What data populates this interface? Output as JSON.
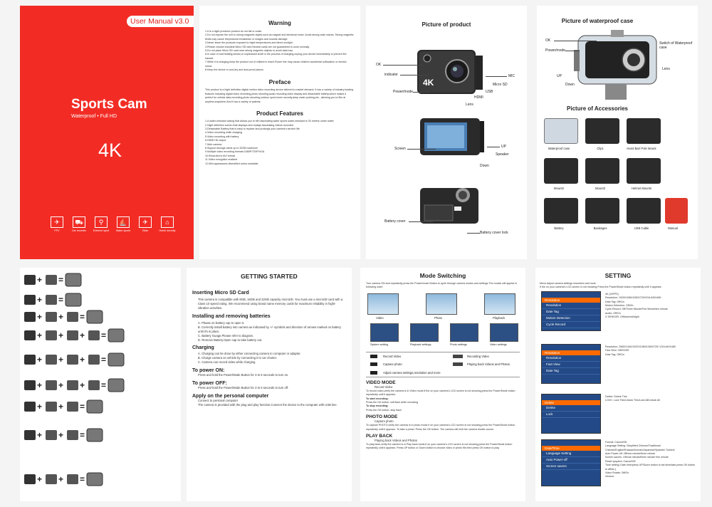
{
  "cover": {
    "manual": "User Manual v3.0",
    "title": "Sports Cam",
    "subtitle": "Waterproof • Full HD",
    "big": "4K",
    "icons": [
      {
        "icon": "drone-icon",
        "label": "FPV"
      },
      {
        "icon": "car-icon",
        "label": "Car recorder"
      },
      {
        "icon": "bike-icon",
        "label": "Extreme sport"
      },
      {
        "icon": "ship-icon",
        "label": "Water sports"
      },
      {
        "icon": "plane-icon",
        "label": "Glide"
      },
      {
        "icon": "home-icon",
        "label": "Home security"
      }
    ]
  },
  "warning": {
    "title": "Warning",
    "items": [
      "1.It is a hight precision product do not fall or crash.",
      "2.Do not expose the unit to strong magnetic objets,such as magnet and electrical motor. Avoid strong radio waves. Strong magnetic fields may cause theproducts breakdown or images and sounds damage.",
      "3.Never leave the products exposed to hight temperatures and direct sunlight.",
      "4.Please choose brandest Micro SD card Neutral cards are not guaranteed to work normally.",
      "5.Do not place Micro SD card near strong magnetic objects to avoid data loss.",
      "6.In case of overheating,smoke,or unpleasant smell in the process of charging,unplug your device immediately to prevent fire hazard.",
      "7.While it is charging,keep the product out of children's reach.Power line may cause children accidental suffocation or electric shock.",
      "8.Keep the device in cool,dry and dust-proof places."
    ]
  },
  "preface": {
    "title": "Preface",
    "text": "This product is a hight definition digital motion video recording device tailored to market demand. It has a variety of industry-leading features including digital video recording,photo shooting,audio recording,video display and detachable battery,which makes it perfect for vehicle data recording,photo shooting,outdoor sport,home security,deep water probing,etc., allowing you to film at anytime,anywhere.And it has a variety of patents."
  },
  "features": {
    "title": "Product Features",
    "items": [
      "1.A water-resistant casing that allows you to film fascinating water sports water-resistant to 30 meters under water",
      "2.Hight definition screen that displays and replays fascinating videos recorded",
      "3.Detachable Battery that is easy to replace and prolongs your camera's service life",
      "4.Video recording while charging",
      "5.Video recording with battery",
      "6.HDMI HD output",
      "7.Web camera",
      "8.Support storage cards up to 32GB maximum",
      "9.Multiple video recording formats:1080P/720P/VGA",
      "10.Recorded in AVI format",
      "11.Video encryption enabled",
      "12.Mini appearance,diversified colors available"
    ]
  },
  "product": {
    "title": "Picture of product",
    "labels": {
      "ok": "OK",
      "indicator": "indicator",
      "power": "Power/mode",
      "lens": "Lens",
      "hdmi": "HDMI",
      "usb": "USB",
      "microsd": "Micro SD",
      "mic": "MIC",
      "screen": "Screen",
      "up": "UP",
      "speaker": "Speaker",
      "down": "Down",
      "battery_cover": "Battery cover",
      "battery_lock": "Battery cover lock",
      "cam_text": "4K"
    }
  },
  "case": {
    "title": "Picture of waterproof case",
    "labels": {
      "ok": "OK",
      "power": "Power/mode",
      "switch": "Switch of Waterproof case",
      "lens": "Lens",
      "up": "UP",
      "down": "Down"
    }
  },
  "accessories": {
    "title": "Picture of Accessories",
    "items": [
      "Waterproof case",
      "Clip1",
      "Hand Bar/ Pole Mount",
      "Mount2",
      "Mount3",
      "Helmet Mounts",
      "Battery",
      "Bandages",
      "USB Cable",
      "Manual"
    ]
  },
  "getting_started": {
    "title": "GETTING STARTED",
    "micro_title": "Inserting Micro SD Card",
    "micro_text": "This camera is compatible with 8GB, 16GB and 32GB capacity microSD. You must use a microSD card with a Class 10 speed rating. We recommend using brand name memory cards for maximum reliability in hight-vibration activities.",
    "battery_title": "Installing and removing batteries",
    "battery_items": [
      "A. Please on battery cap to open it.",
      "B. Correctly install battery into camera as indicated by +/- symbols and direction of arrows marked on battery until it's in place.",
      "C. Battery Guage.Please refer to diagram.",
      "D. Remove Battery.Open cap to take battery out."
    ],
    "charging_title": "Charging",
    "charging_items": [
      "A. Charging can be done by either connecting camera to computer or adaptor.",
      "B. Charge camera on vehicle by connecting it to car charter.",
      "C. Camera can record video while charging."
    ],
    "poweron_title": "To power ON:",
    "poweron_text": "Press and hold the Power/Mode Button for 3 to 5 seconds to turn on.",
    "poweroff_title": "To power OFF:",
    "poweroff_text": "Press and hold the Power/Mode Button for 3 to 5 seconds to turn off.",
    "computer_title": "Apply on the personal computer",
    "computer_items": [
      "Connect to personal computer",
      "The camera is provided with the plug and play function.Connect the device to the computer with USB line."
    ]
  },
  "mode_switching": {
    "title": "Mode Switching",
    "intro": "Turn camera ON and repeatedly press the Power/mode Button to cycle through camera modes and settings.The modes will appear in following order:",
    "screens": [
      "Video",
      "Photo",
      "Playback"
    ],
    "settings": [
      "System setting",
      "Playback settings",
      "Photo settings",
      "Video settings"
    ],
    "legend": [
      {
        "label": "Record Video",
        "label2": "Recording Video"
      },
      {
        "label": "Capture photo",
        "label2": "Playing back Videos and Photos"
      }
    ],
    "adjust": "Adjust camera settings,resolution and more",
    "video_title": "VIDEO MODE",
    "video_sub": "Record Video",
    "video_text": "To record video,verify the camera is in Video mode.if the     on your camera's LCD screen is not showing,press the Power/Mode button repeatedly until it appears.",
    "start_rec": "To start recording:",
    "start_text": "Press the OK button.      will flash while recording",
    "stop_rec": "To stop recording:",
    "stop_text": "Press the OK button.      stop flash",
    "photo_title": "PHOTO MODE",
    "photo_sub": "Capture photo",
    "photo_text": "To capture PHOTO,verify the camera is in photo mode,if    on your camera's LCD screen is not showing,press the Power/Mode button repeatedly until it appears. To take a photo: Press the OK button. The camera will emit the camera shutter sound.",
    "playback_title": "PLAY BACK",
    "playback_sub": "Playing back Videos and Photos",
    "playback_text": "To play back,verify the camera is in Play back mode,if     on your camera's LCD screen is not showing,press the Power/Mode button repeatedly until it appears. Press UP button or Down button to choose video or photo file,then press OK button to play"
  },
  "setting": {
    "title": "SETTING",
    "intro1": "Menu   Adjust camera settings resolution and more",
    "intro2": "If the     on your camera's LCD screen is not showing,Press the Power/Mode button repeatedly until it appears",
    "menu1": {
      "header": "Resolution",
      "items": [
        "Resolution",
        "Date Tag",
        "Motion Detection",
        "Cycle Record"
      ]
    },
    "menu1_desc": [
      "4K (24FPS)",
      "Resolution: 1920X1080/1280X720/VGA 640X480",
      "Date Tag: Off/On",
      "Motion Detection: Off/On",
      "Cycle Record: Off/Three Minute/Five Minute/ten minute",
      "Audio: Off/On",
      "G SENSOR: Off/low/mid/hight"
    ],
    "menu2": {
      "header": "Resolution",
      "items": [
        "Resolution",
        "Fast View",
        "Date Tag"
      ]
    },
    "menu2_desc": [
      "Resolution: 2560X1440/1920X1080/1280X720/ VGA 640X480",
      "Fast View: Off/2S/5S",
      "Date Tag: Off/On"
    ],
    "menu3": {
      "header": "Delete",
      "items": [
        "Delete",
        "Lock"
      ]
    },
    "menu3_desc": [
      "Delete: Delete This",
      "LOCK: Lock This/Unlock This/Lock All/Unlock All"
    ],
    "menu4": {
      "header": "Date/Time",
      "items": [
        "Language Setting",
        "Auto Power-off",
        "Screen savers"
      ]
    },
    "menu4_desc": [
      "Format: Cancel/OK",
      "Language Setting: Simplified Chinese/Traditional Chinese/English/Russian/Korean/Japanese/Spanish/ Turkish/",
      "Auto Power-off: Off/one minute/three minute",
      "Screen savers: Off/one minute/three minute/ five minute",
      "Reset sysytem: Cancel/OK",
      "Time setting: Date time/press UP/Down button to set time/date.press OK button to affirm.)",
      "Video Rotate: Off/On",
      "Version:"
    ]
  },
  "assembly": {
    "rows": 9
  }
}
